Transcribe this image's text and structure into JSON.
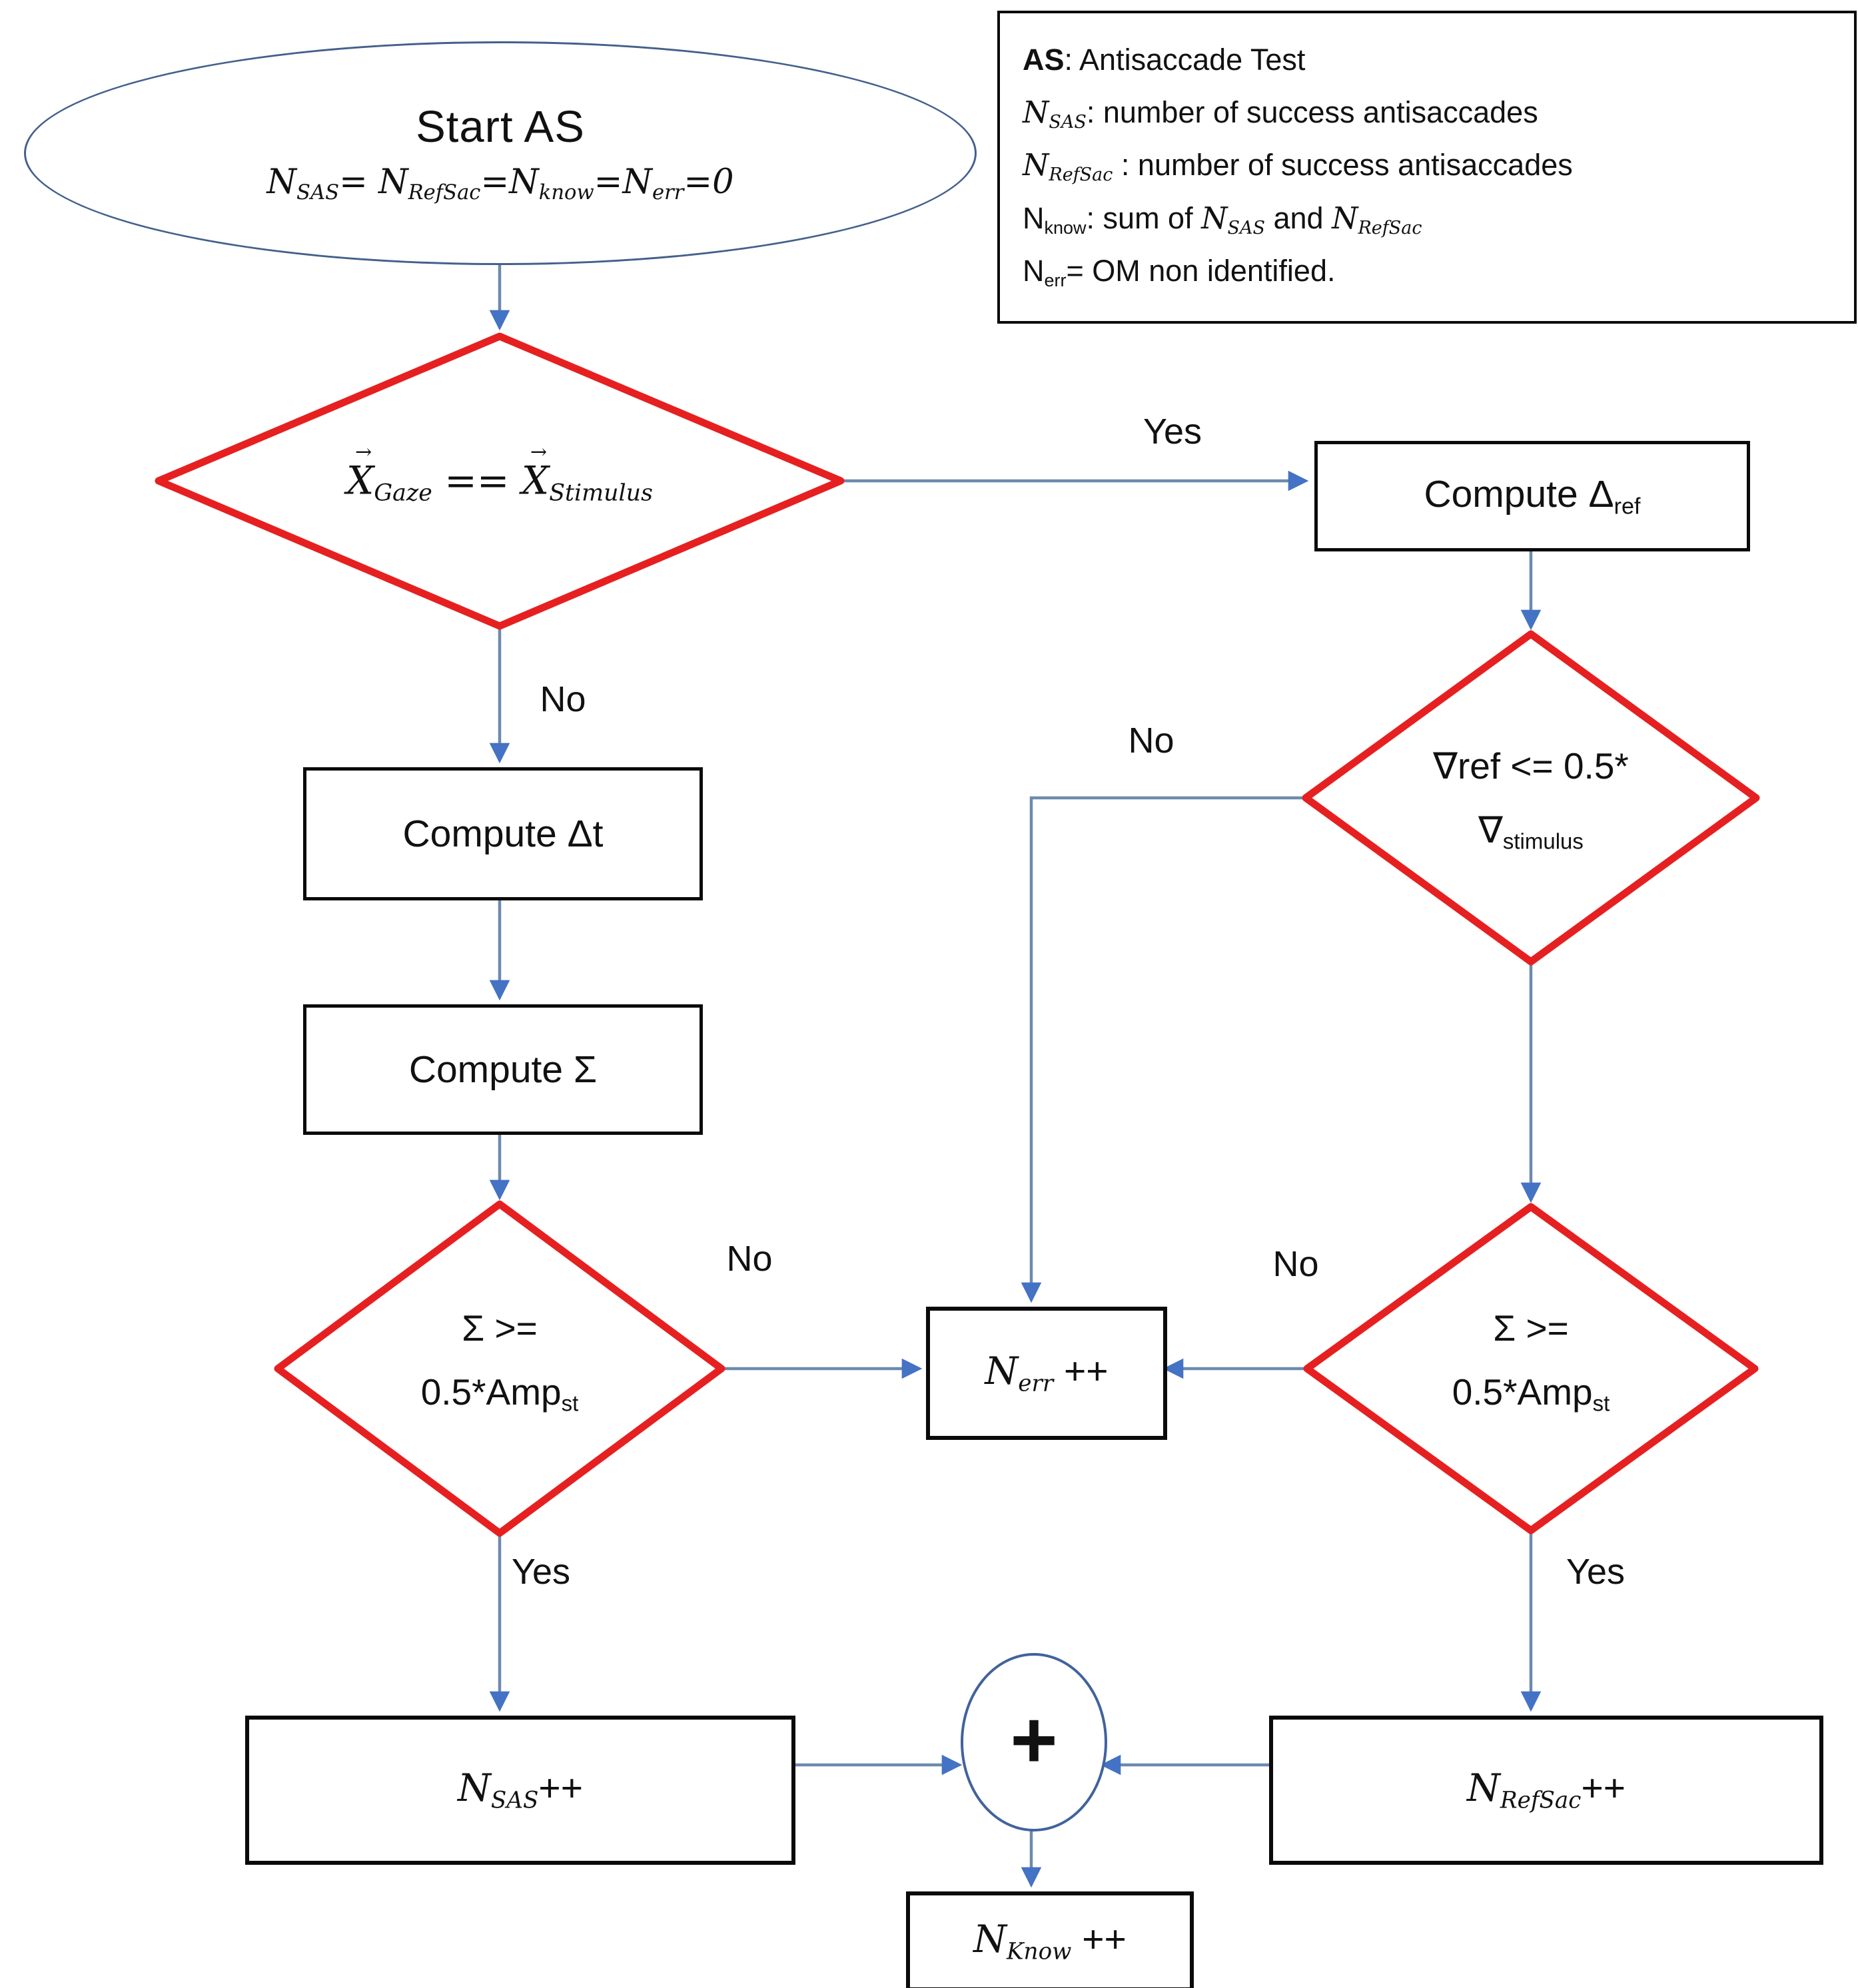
{
  "colors": {
    "diamond_border": "#E62020",
    "box_border": "#0a0a0a",
    "ellipse_border": "#44608c",
    "connector_line": "#6d89ad",
    "arrowhead": "#4472C4",
    "text": "#111111",
    "background": "#ffffff"
  },
  "start_ellipse": {
    "title": "Start AS",
    "init_segments": [
      {
        "text": "N",
        "style": "italic"
      },
      {
        "text": "SAS",
        "style": "subitalic"
      },
      {
        "text": "=  ",
        "style": "italic"
      },
      {
        "text": "N",
        "style": "italic"
      },
      {
        "text": "RefSac",
        "style": "subitalic"
      },
      {
        "text": "=",
        "style": "italic"
      },
      {
        "text": "N",
        "style": "italic"
      },
      {
        "text": "know",
        "style": "subitalic"
      },
      {
        "text": "=",
        "style": "italic"
      },
      {
        "text": "N",
        "style": "italic"
      },
      {
        "text": "err",
        "style": "subitalic"
      },
      {
        "text": "=0",
        "style": "italic"
      }
    ]
  },
  "legend": {
    "lines": [
      {
        "segments": [
          {
            "text": "AS",
            "style": "bold"
          },
          {
            "text": ": Antisaccade Test",
            "style": "normal"
          }
        ]
      },
      {
        "segments": [
          {
            "text": "N",
            "style": "italic"
          },
          {
            "text": "SAS",
            "style": "subitalic"
          },
          {
            "text": ": number  of success antisaccades",
            "style": "normal"
          }
        ]
      },
      {
        "segments": [
          {
            "text": "N",
            "style": "italic"
          },
          {
            "text": "RefSac",
            "style": "subitalic"
          },
          {
            "text": " : number  of success antisaccades",
            "style": "normal"
          }
        ]
      },
      {
        "segments": [
          {
            "text": "N",
            "style": "normal"
          },
          {
            "text": "know",
            "style": "sub"
          },
          {
            "text": ": sum of ",
            "style": "normal"
          },
          {
            "text": "N",
            "style": "italic"
          },
          {
            "text": "SAS",
            "style": "subitalic"
          },
          {
            "text": "  and ",
            "style": "normal"
          },
          {
            "text": "N",
            "style": "italic"
          },
          {
            "text": "RefSac",
            "style": "subitalic"
          }
        ]
      },
      {
        "segments": [
          {
            "text": "N",
            "style": "normal"
          },
          {
            "text": "err",
            "style": "sub"
          },
          {
            "text": "= OM non identified.",
            "style": "normal"
          }
        ]
      }
    ]
  },
  "flow": {
    "diamond_gaze": {
      "label_segments": [
        {
          "text": "X",
          "style": "vec"
        },
        {
          "text": "Gaze",
          "style": "subitalic"
        },
        {
          "text": " == ",
          "style": "italic"
        },
        {
          "text": "X",
          "style": "vec"
        },
        {
          "text": "Stimulus",
          "style": "subitalic"
        }
      ]
    },
    "box_compute_dref": {
      "segments": [
        {
          "text": "Compute Δ",
          "style": "normal"
        },
        {
          "text": "ref",
          "style": "sub"
        }
      ]
    },
    "diamond_vref": {
      "line1_segments": [
        {
          "text": "∇ref <= 0.5*",
          "style": "normal"
        }
      ],
      "line2_segments": [
        {
          "text": "∇",
          "style": "normal"
        },
        {
          "text": "stimulus",
          "style": "sub"
        }
      ]
    },
    "box_compute_dt": {
      "segments": [
        {
          "text": "Compute  Δt",
          "style": "normal"
        }
      ]
    },
    "box_compute_sigma": {
      "segments": [
        {
          "text": "Compute Σ",
          "style": "normal"
        }
      ]
    },
    "diamond_sigma_left": {
      "line1_segments": [
        {
          "text": "Σ >=",
          "style": "normal"
        }
      ],
      "line2_segments": [
        {
          "text": "0.5*Amp",
          "style": "normal"
        },
        {
          "text": "st",
          "style": "sub"
        }
      ]
    },
    "diamond_sigma_right": {
      "line1_segments": [
        {
          "text": "Σ >=",
          "style": "normal"
        }
      ],
      "line2_segments": [
        {
          "text": "0.5*Amp",
          "style": "normal"
        },
        {
          "text": "st",
          "style": "sub"
        }
      ]
    },
    "box_nerr": {
      "segments": [
        {
          "text": "N",
          "style": "italic"
        },
        {
          "text": "err",
          "style": "subitalic"
        },
        {
          "text": " ++",
          "style": "normal"
        }
      ]
    },
    "box_nsas": {
      "segments": [
        {
          "text": "N",
          "style": "italic"
        },
        {
          "text": "SAS",
          "style": "subitalic"
        },
        {
          "text": "++",
          "style": "normal"
        }
      ]
    },
    "box_nrefsac": {
      "segments": [
        {
          "text": "N",
          "style": "italic"
        },
        {
          "text": "RefSac",
          "style": "subitalic"
        },
        {
          "text": "++",
          "style": "normal"
        }
      ]
    },
    "box_nknow": {
      "segments": [
        {
          "text": "N",
          "style": "italic"
        },
        {
          "text": "Know",
          "style": "subitalic"
        },
        {
          "text": " ++",
          "style": "normal"
        }
      ]
    },
    "plus_junction": {
      "symbol": "+"
    }
  },
  "edge_labels": {
    "yes_gaze": "Yes",
    "no_gaze": "No",
    "no_vref": "No",
    "no_sigma_left": "No",
    "no_sigma_right": "No",
    "yes_sigma_left": "Yes",
    "yes_sigma_right": "Yes"
  }
}
